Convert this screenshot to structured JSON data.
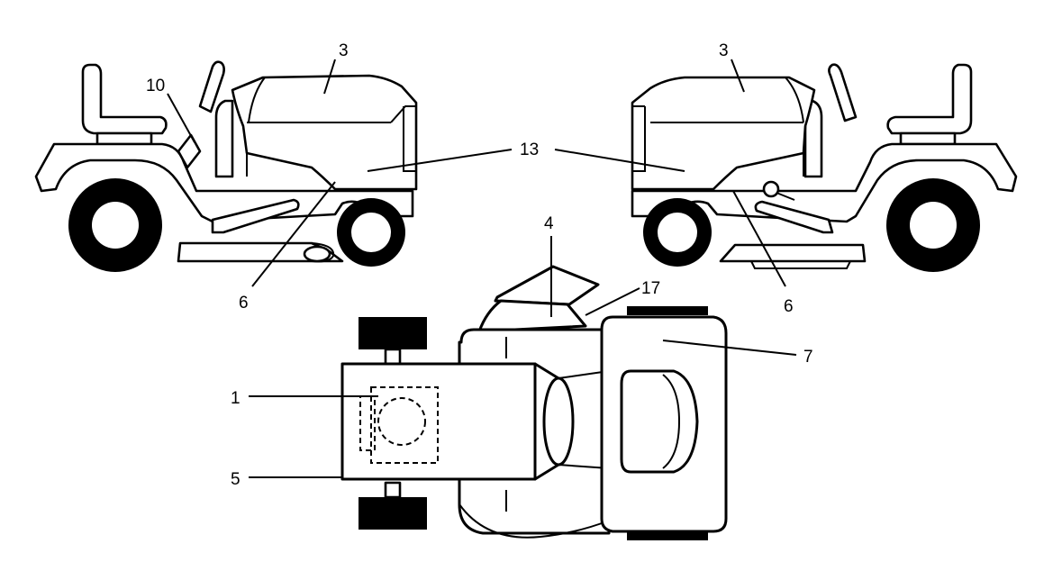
{
  "diagram": {
    "callouts": {
      "c1": "1",
      "c3_left": "3",
      "c3_right": "3",
      "c4": "4",
      "c5": "5",
      "c6_left": "6",
      "c6_right": "6",
      "c7": "7",
      "c10": "10",
      "c13": "13",
      "c17": "17"
    },
    "views": [
      "left-side-view",
      "right-side-view",
      "top-view"
    ]
  }
}
